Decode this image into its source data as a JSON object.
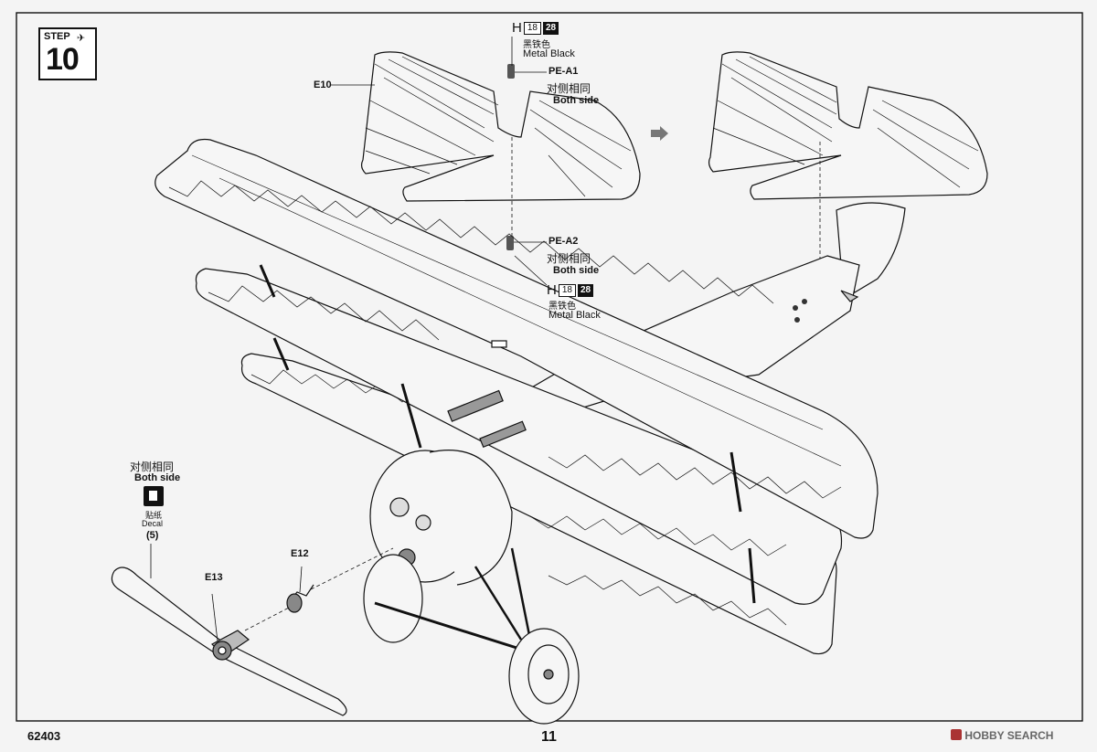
{
  "step": {
    "word": "STEP",
    "number": "10"
  },
  "labels": {
    "e10": "E10",
    "pe_a1": "PE-A1",
    "pe_a1_cn": "对侧相同",
    "pe_a1_en": "Both side",
    "pe_a2": "PE-A2",
    "pe_a2_cn": "对侧相同",
    "pe_a2_en": "Both side",
    "e12": "E12",
    "e13": "E13"
  },
  "paint_top": {
    "letter": "H",
    "code1": "18",
    "code2": "28",
    "cn": "黑铁色",
    "en": "Metal  Black"
  },
  "paint_bottom": {
    "letter": "H",
    "code1": "18",
    "code2": "28",
    "cn": "黑铁色",
    "en": "Metal  Black"
  },
  "decal": {
    "cn_both": "对侧相同",
    "en_both": "Both side",
    "cn": "贴纸",
    "en": "Decal",
    "number": "(5)"
  },
  "footer": {
    "kit_number": "62403",
    "page_number": "11",
    "watermark": "HOBBY SEARCH"
  }
}
